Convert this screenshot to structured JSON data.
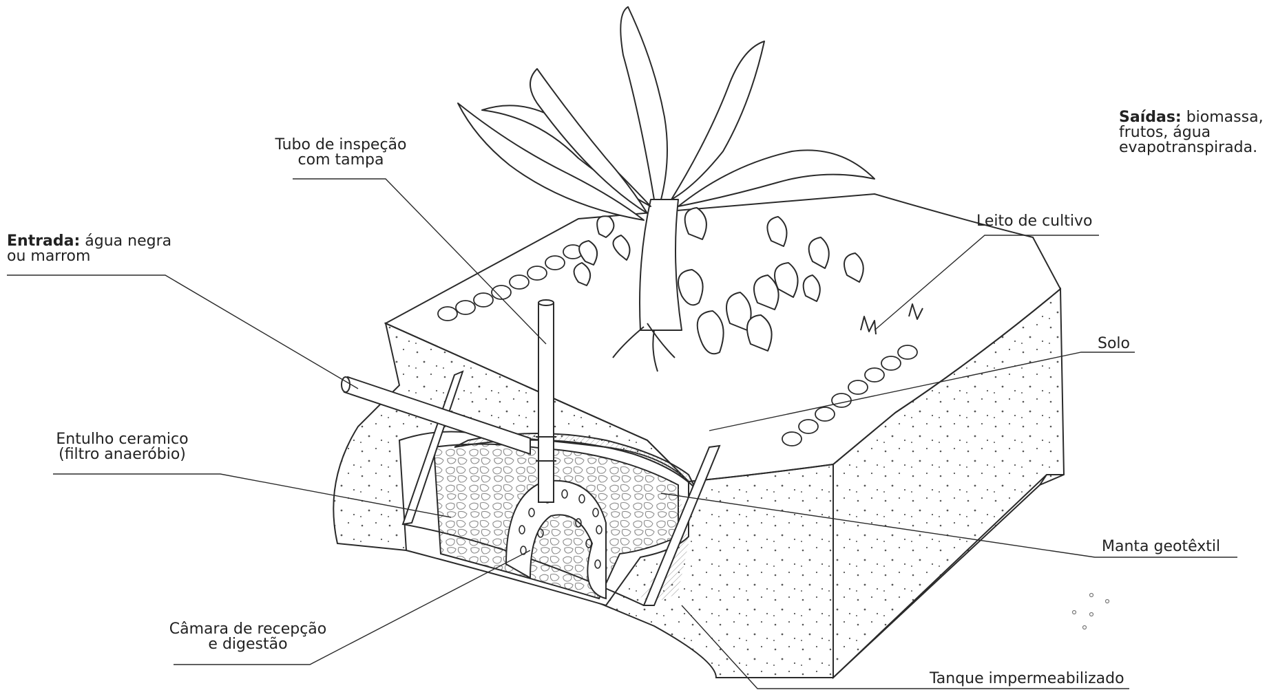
{
  "labels": {
    "inspection_tube": [
      "Tubo de inspeção",
      "com tampa"
    ],
    "inlet_bold": "Entrada:",
    "inlet_rest": "água negra",
    "inlet_line2": "ou marrom",
    "outlets_bold": "Saídas:",
    "outlets_rest": "biomassa,",
    "outlets_line2": "frutos, água",
    "outlets_line3": "evapotranspirada.",
    "growing_bed": "Leito de cultivo",
    "soil": "Solo",
    "rubble": [
      "Entulho ceramico",
      "(filtro anaeróbio)"
    ],
    "geotextile": "Manta geotêxtil",
    "chamber": [
      "Câmara de recepção",
      "e digestão"
    ],
    "tank": "Tanque impermeabilizado"
  },
  "colors": {
    "ink": "#2a2a2a",
    "gravel": "#9a9a9a",
    "hatch": "#8c8c8c",
    "dots": "#555555"
  }
}
